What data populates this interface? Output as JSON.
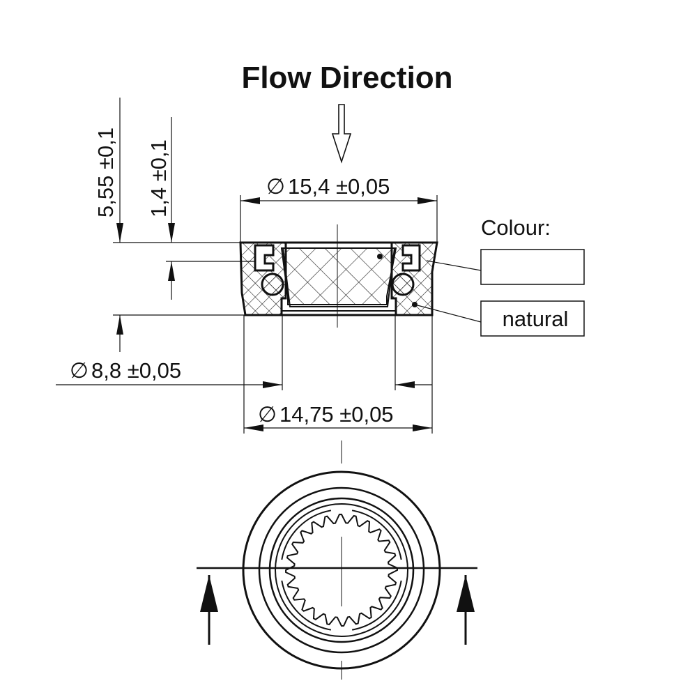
{
  "title": "Flow Direction",
  "dimensions": {
    "outer_diameter": "15,4 ±0,05",
    "bottom_diameter": "14,75 ±0,05",
    "inner_diameter": "8,8 ±0,05",
    "total_height": "5,55 ±0,1",
    "top_height": "1,4 ±0,1"
  },
  "diameter_symbol": "∅",
  "colour": {
    "label": "Colour:",
    "box1_value": "",
    "box2_value": "natural"
  },
  "colors": {
    "line": "#111111",
    "background": "#ffffff"
  },
  "icons": [
    "flow-direction-arrow",
    "section-arrow-left",
    "section-arrow-right",
    "diameter-symbol"
  ]
}
